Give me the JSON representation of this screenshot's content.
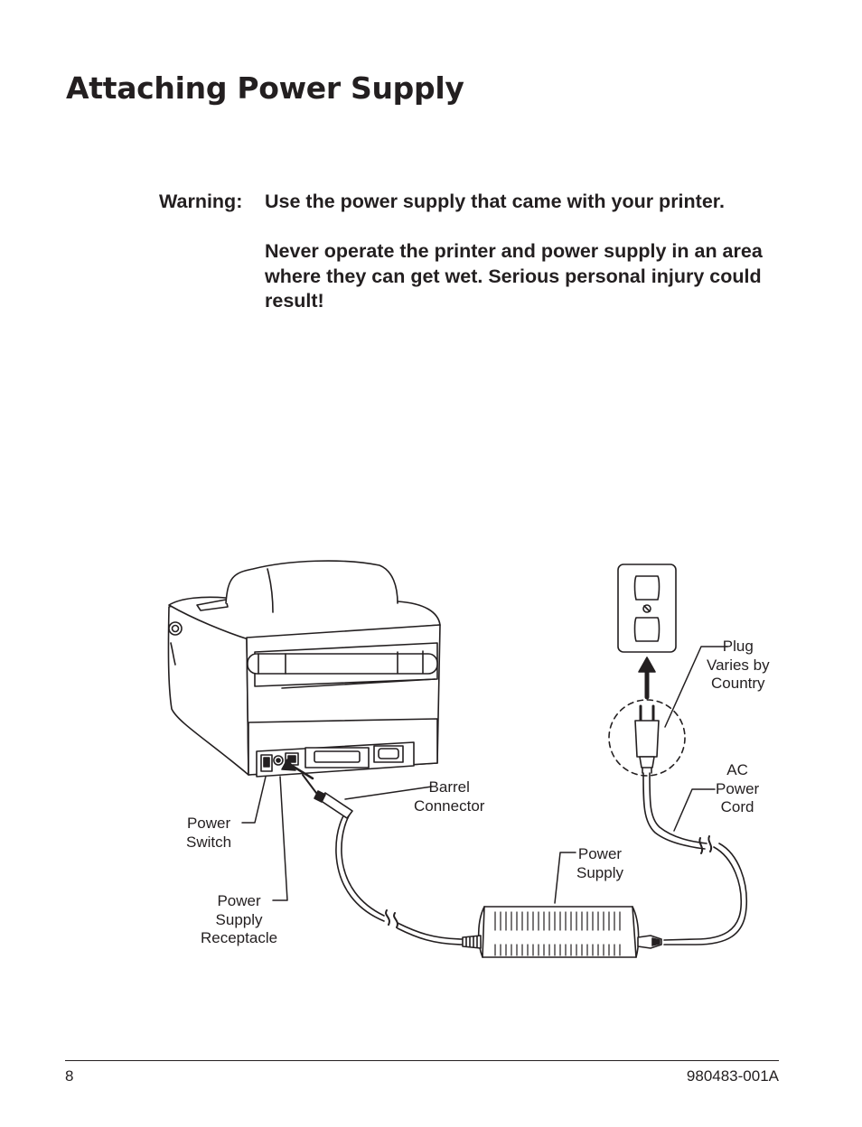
{
  "title": "Attaching Power Supply",
  "warning": {
    "label": "Warning:",
    "line1": "Use the power supply that came with your printer.",
    "line2": "Never operate the printer and power supply in an area where they can get wet.  Serious personal injury could result!"
  },
  "figure": {
    "callouts": {
      "barrel_connector": "Barrel\nConnector",
      "power_switch": "Power\nSwitch",
      "power_supply_receptacle": "Power\nSupply\nReceptacle",
      "power_supply": "Power\nSupply",
      "plug": "Plug\nVaries by\nCountry",
      "ac_power_cord": "AC\nPower\nCord"
    }
  },
  "footer": {
    "page_number": "8",
    "doc_number": "980483-001A"
  }
}
